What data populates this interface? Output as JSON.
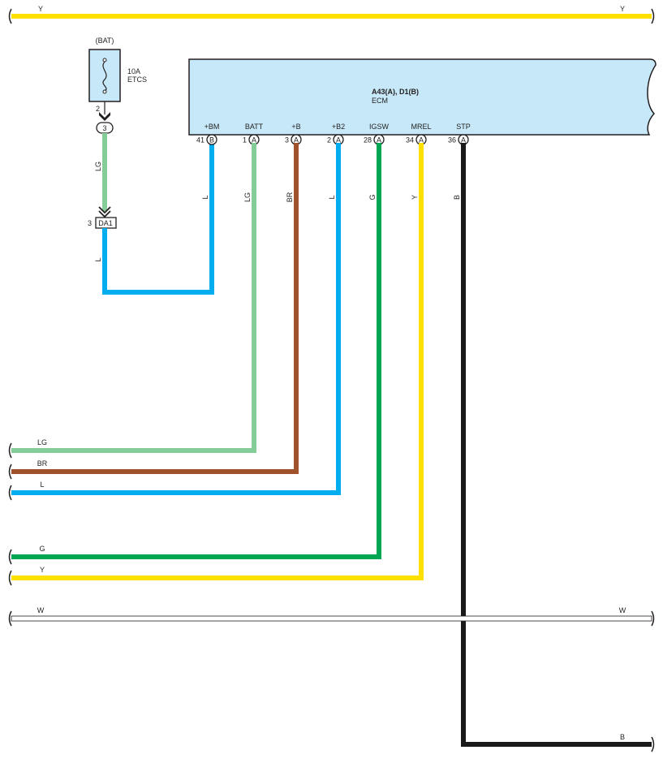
{
  "colors": {
    "Y": "#ffe000",
    "LG": "#84cc98",
    "BR": "#a0522d",
    "L": "#00aeef",
    "G": "#00a651",
    "B": "#1a1a1a",
    "W": "#ffffff",
    "ecm_fill": "#c6e8f8"
  },
  "fuse": {
    "group": "(BAT)",
    "rating": "10A",
    "name": "ETCS",
    "pin": "2"
  },
  "splice": {
    "label": "3"
  },
  "connector_da1": {
    "label": "DA1",
    "pin": "3"
  },
  "ecm": {
    "connectors": "A43(A), D1(B)",
    "name": "ECM",
    "pins": [
      {
        "name": "+BM",
        "number": "41",
        "connector": "B",
        "wire": "L"
      },
      {
        "name": "BATT",
        "number": "1",
        "connector": "A",
        "wire": "LG"
      },
      {
        "name": "+B",
        "number": "3",
        "connector": "A",
        "wire": "BR"
      },
      {
        "name": "+B2",
        "number": "2",
        "connector": "A",
        "wire": "L"
      },
      {
        "name": "IGSW",
        "number": "28",
        "connector": "A",
        "wire": "G"
      },
      {
        "name": "MREL",
        "number": "34",
        "connector": "A",
        "wire": "Y"
      },
      {
        "name": "STP",
        "number": "36",
        "connector": "A",
        "wire": "B"
      }
    ]
  },
  "wires": {
    "top_y": {
      "left": "Y",
      "right": "Y"
    },
    "fuse_down": "LG",
    "da1_down": "L",
    "left_lg": "LG",
    "left_br": "BR",
    "left_l": "L",
    "left_g": "G",
    "left_y": "Y",
    "w_left": "W",
    "w_right": "W",
    "b_right": "B"
  }
}
